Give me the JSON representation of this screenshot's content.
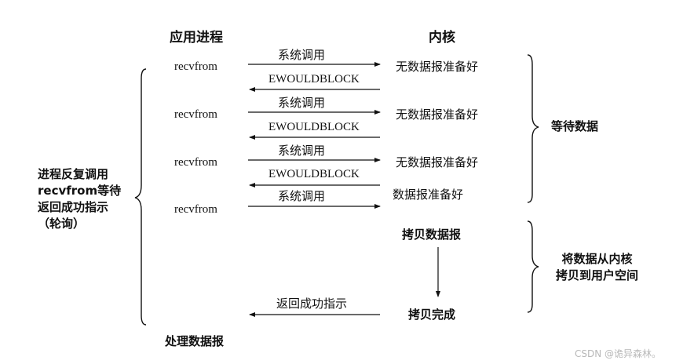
{
  "headers": {
    "app": "应用进程",
    "kernel": "内核"
  },
  "recvfrom": [
    "recvfrom",
    "recvfrom",
    "recvfrom",
    "recvfrom"
  ],
  "syscall": [
    "系统调用",
    "系统调用",
    "系统调用",
    "系统调用"
  ],
  "ewouldblock": [
    "EWOULDBLOCK",
    "EWOULDBLOCK",
    "EWOULDBLOCK"
  ],
  "kernel_states": [
    "无数据报准备好",
    "无数据报准备好",
    "无数据报准备好",
    "数据报准备好"
  ],
  "copy_datagram": "拷贝数据报",
  "copy_done": "拷贝完成",
  "return_success": "返回成功指示",
  "process_datagram": "处理数据报",
  "left_brace_label": [
    "进程反复调用",
    "recvfrom等待",
    "返回成功指示",
    "（轮询）"
  ],
  "wait_data": "等待数据",
  "copy_phase_label": [
    "将数据从内核",
    "拷贝到用户空间"
  ],
  "watermark": "CSDN @诡异森林。"
}
